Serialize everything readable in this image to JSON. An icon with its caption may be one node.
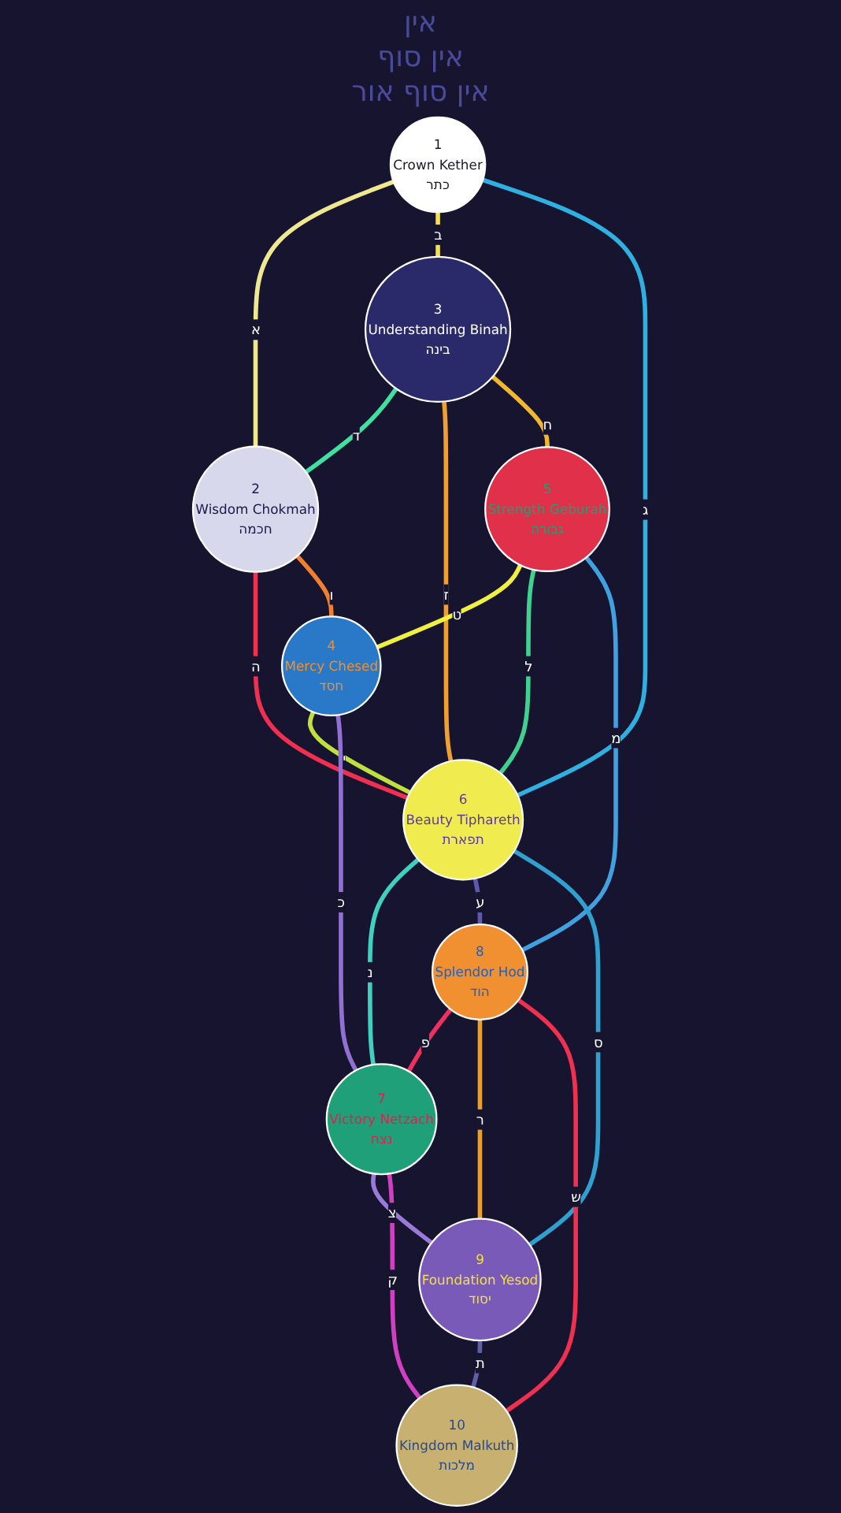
{
  "diagram": {
    "nodes": [
      {
        "text": [
          "1",
          "Crown Kether",
          "כתר"
        ]
      },
      {
        "text": [
          "3",
          "Understanding Binah",
          "בינה"
        ]
      },
      {
        "text": [
          "2",
          "Wisdom Chokmah",
          "חכמה"
        ]
      },
      {
        "text": [
          "5",
          "Strength Geburah",
          "גבורה"
        ]
      },
      {
        "text": [
          "4",
          "Mercy Chesed",
          "חסד"
        ]
      },
      {
        "text": [
          "6",
          "Beauty Tiphareth",
          "תפארת"
        ]
      },
      {
        "text": [
          "8",
          "Splendor Hod",
          "הוד"
        ]
      },
      {
        "text": [
          "7",
          "Victory Netzach",
          "נצח"
        ]
      },
      {
        "text": [
          "9",
          "Foundation Yesod",
          "יסוד"
        ]
      },
      {
        "text": [
          "10",
          "Kingdom Malkuth",
          "מלכות"
        ]
      }
    ],
    "edges": [
      {
        "from": 0,
        "to": 2,
        "arrow": "none",
        "label": "א",
        "color": "#f0e890"
      },
      {
        "from": 0,
        "to": 1,
        "arrow": "none",
        "label": "ב",
        "color": "#f5e050"
      },
      {
        "from": 0,
        "to": 5,
        "arrow": "none",
        "label": "ג",
        "color": "#30b0e0"
      },
      {
        "from": 1,
        "to": 2,
        "arrow": "none",
        "label": "ד",
        "color": "#40e0a0"
      },
      {
        "from": 2,
        "to": 5,
        "arrow": "none",
        "label": "ה",
        "color": "#f03050"
      },
      {
        "from": 2,
        "to": 4,
        "arrow": "none",
        "label": "ו",
        "color": "#f08030"
      },
      {
        "from": 1,
        "to": 5,
        "arrow": "none",
        "label": "ז",
        "color": "#f0a030"
      },
      {
        "from": 1,
        "to": 3,
        "arrow": "none",
        "label": "ח",
        "color": "#f0b830"
      },
      {
        "from": 3,
        "to": 4,
        "arrow": "none",
        "label": "ט",
        "color": "#f0f040"
      },
      {
        "from": 4,
        "to": 5,
        "arrow": "none",
        "label": "י",
        "color": "#c0e040"
      },
      {
        "from": 4,
        "to": 7,
        "arrow": "none",
        "label": "כ",
        "color": "#9070d0"
      },
      {
        "from": 3,
        "to": 5,
        "arrow": "none",
        "label": "ל",
        "color": "#40d090"
      },
      {
        "from": 3,
        "to": 6,
        "arrow": "none",
        "label": "מ",
        "color": "#40a0e0"
      },
      {
        "from": 5,
        "to": 7,
        "arrow": "none",
        "label": "נ",
        "color": "#40d0c0"
      },
      {
        "from": 5,
        "to": 6,
        "arrow": "none",
        "label": "ע",
        "color": "#6058b0"
      },
      {
        "from": 5,
        "to": 8,
        "arrow": "none",
        "label": "ס",
        "color": "#30a0d0"
      },
      {
        "from": 6,
        "to": 7,
        "arrow": "none",
        "label": "פ",
        "color": "#f03060"
      },
      {
        "from": 7,
        "to": 8,
        "arrow": "none",
        "label": "צ",
        "color": "#9a7ad8"
      },
      {
        "from": 7,
        "to": 9,
        "arrow": "none",
        "label": "ק",
        "color": "#d040c0"
      },
      {
        "from": 6,
        "to": 8,
        "arrow": "none",
        "label": "ר",
        "color": "#f0a020"
      },
      {
        "from": 6,
        "to": 9,
        "arrow": "none",
        "label": "ש",
        "color": "#f03050"
      },
      {
        "from": 8,
        "to": 9,
        "arrow": "none",
        "label": "ת",
        "color": "#6060a8"
      }
    ],
    "labels": [
      "אין",
      "אין סוף",
      "אין סוף אור"
    ]
  }
}
